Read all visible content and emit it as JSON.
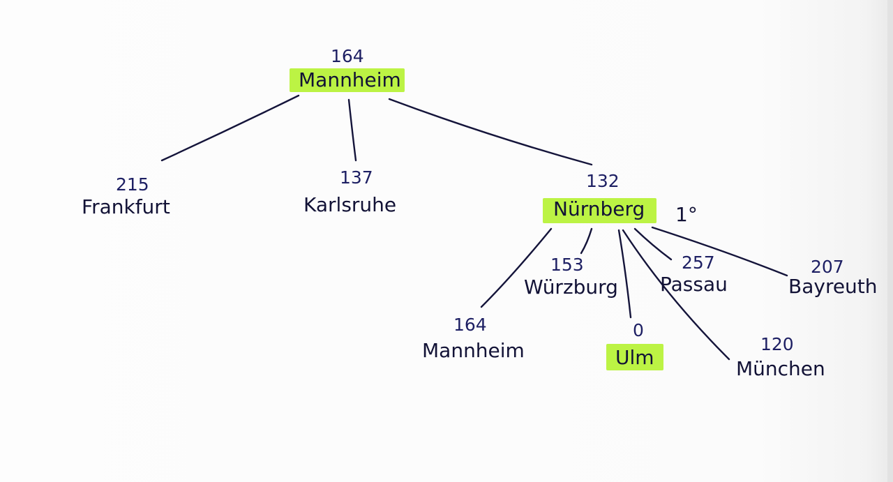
{
  "root": {
    "value": "164",
    "label": "Mannheim"
  },
  "level1": [
    {
      "value": "215",
      "label": "Frankfurt"
    },
    {
      "value": "137",
      "label": "Karlsruhe"
    },
    {
      "value": "132",
      "label": "Nürnberg"
    }
  ],
  "expansion_note": "1°",
  "level2": [
    {
      "value": "164",
      "label": "Mannheim"
    },
    {
      "value": "153",
      "label": "Würzburg"
    },
    {
      "value": "0",
      "label": "Ulm"
    },
    {
      "value": "257",
      "label": "Passau"
    },
    {
      "value": "120",
      "label": "München"
    },
    {
      "value": "207",
      "label": "Bayreuth"
    }
  ],
  "colors": {
    "highlight": "#b5f230",
    "ink": "#14143a",
    "number_ink": "#1d1f63"
  }
}
